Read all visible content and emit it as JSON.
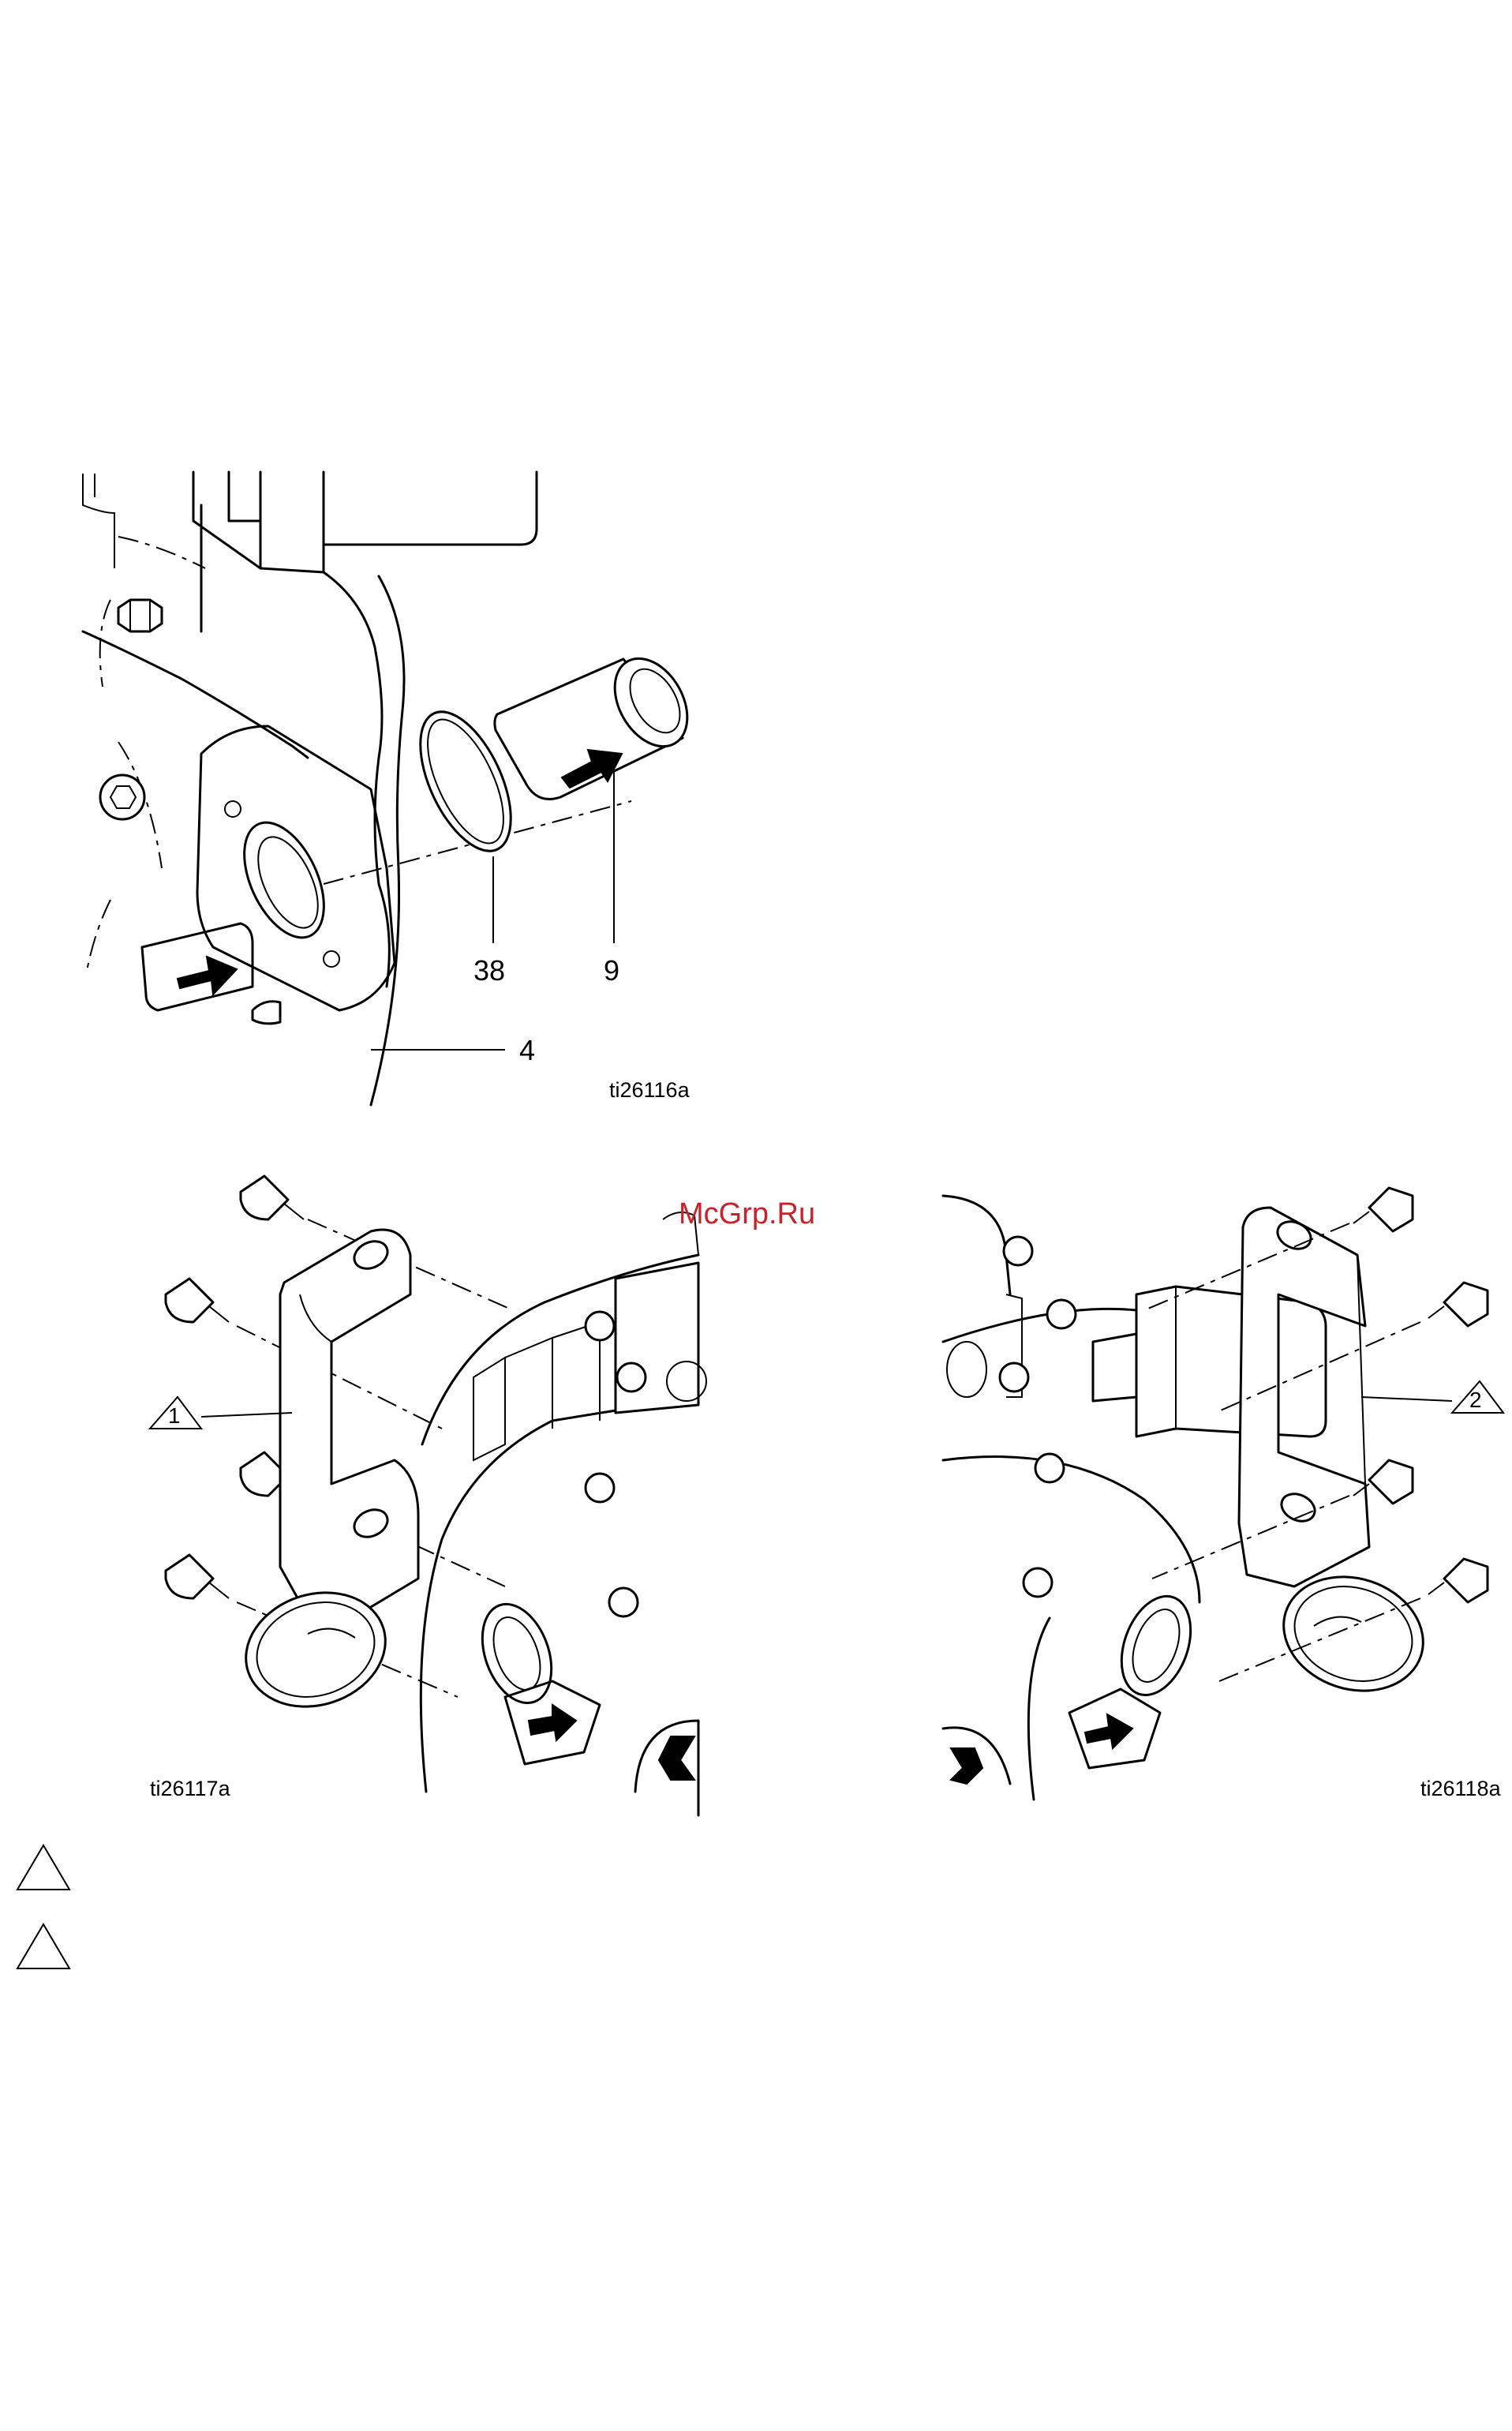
{
  "figure1": {
    "callouts": {
      "c38": "38",
      "c9": "9",
      "c4": "4"
    },
    "id": "ti26116a"
  },
  "figure2": {
    "callout": "1",
    "id": "ti26117a"
  },
  "figure3": {
    "callout": "2",
    "id": "ti26118a"
  },
  "watermark": "McGrp.Ru",
  "colors": {
    "watermark": "#c8232c",
    "line": "#000000",
    "background": "#ffffff"
  }
}
